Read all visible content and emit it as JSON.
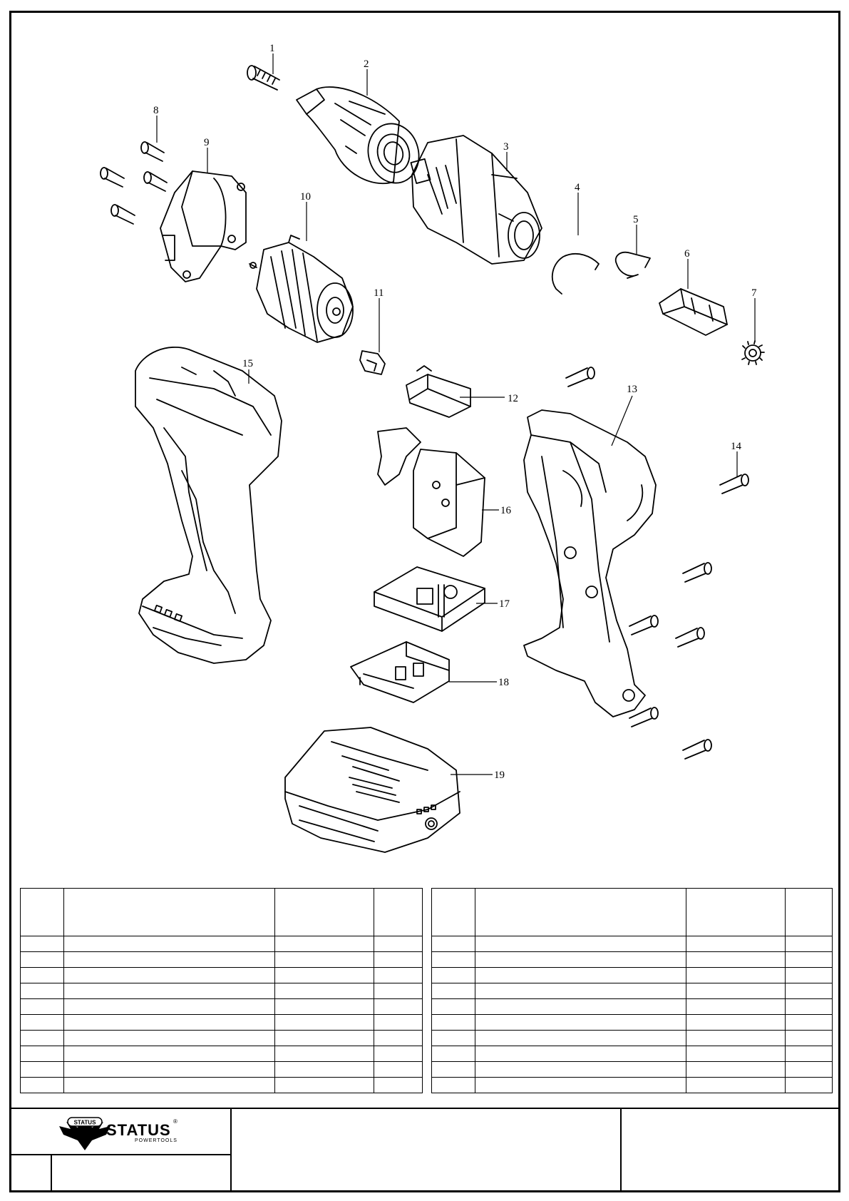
{
  "callouts": [
    {
      "n": "1"
    },
    {
      "n": "2"
    },
    {
      "n": "3"
    },
    {
      "n": "4"
    },
    {
      "n": "5"
    },
    {
      "n": "6"
    },
    {
      "n": "7"
    },
    {
      "n": "8"
    },
    {
      "n": "9"
    },
    {
      "n": "10"
    },
    {
      "n": "11"
    },
    {
      "n": "12"
    },
    {
      "n": "13"
    },
    {
      "n": "14"
    },
    {
      "n": "15"
    },
    {
      "n": "16"
    },
    {
      "n": "17"
    },
    {
      "n": "18"
    },
    {
      "n": "19"
    }
  ],
  "parts_table": {
    "left_rows": 10,
    "right_rows": 10,
    "cells_empty": true
  },
  "title_block": {
    "brand": "STATUS",
    "brand_sub": "POWERTOOLS",
    "brand_badge": "STATUS",
    "registered": "®"
  },
  "colors": {
    "line": "#000000",
    "background": "#ffffff"
  }
}
